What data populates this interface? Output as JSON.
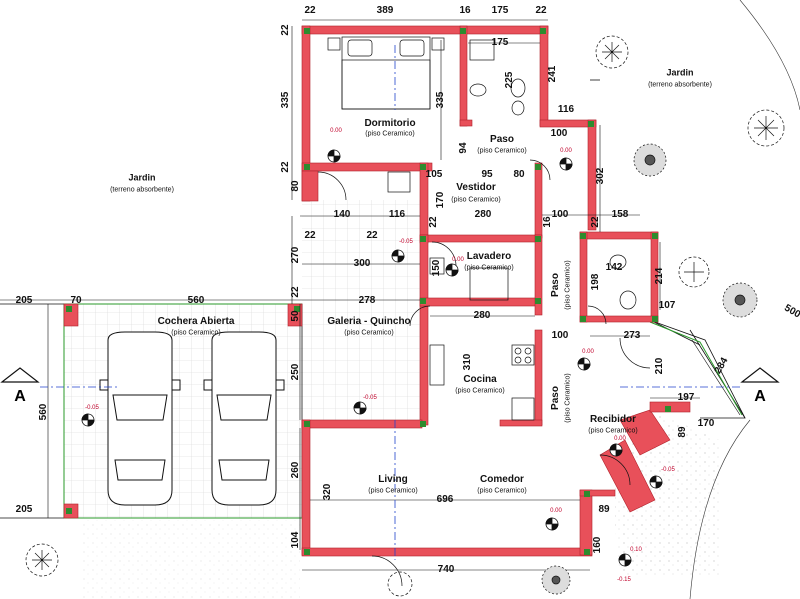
{
  "rooms": {
    "dormitorio": {
      "name": "Dormitorio",
      "floor": "(piso Ceramico)"
    },
    "paso_top": {
      "name": "Paso",
      "floor": "(piso Ceramico)"
    },
    "vestidor": {
      "name": "Vestidor",
      "floor": "(piso Ceramico)"
    },
    "lavadero": {
      "name": "Lavadero",
      "floor": "(piso Ceramico)"
    },
    "cochera": {
      "name": "Cochera Abierta",
      "floor": "(piso Ceramico)"
    },
    "galeria": {
      "name": "Galeria - Quincho",
      "floor": "(piso Ceramico)"
    },
    "cocina": {
      "name": "Cocina",
      "floor": "(piso Ceramico)"
    },
    "paso_mid": {
      "name": "Paso",
      "floor": "(piso Ceramico)"
    },
    "paso_low": {
      "name": "Paso",
      "floor": "(piso Ceramico)"
    },
    "recibidor": {
      "name": "Recibidor",
      "floor": "(piso Ceramico)"
    },
    "living": {
      "name": "Living",
      "floor": "(piso Ceramico)"
    },
    "comedor": {
      "name": "Comedor",
      "floor": "(piso Ceramico)"
    }
  },
  "gardens": {
    "left": {
      "name": "Jardin",
      "sub": "(terreno absorbente)"
    },
    "right": {
      "name": "Jardin",
      "sub": "(terreno absorbente)"
    }
  },
  "section_marks": {
    "left": "A",
    "right": "A"
  },
  "levels": {
    "dorm": "0.00",
    "paso": "0.00",
    "galeria": "-0.05",
    "lavadero": "0.00",
    "cochera": "-0.05",
    "galeria2": "-0.05",
    "pasillo": "0.00",
    "recibidor": "0.00",
    "exterior": "-0.05",
    "living": "0.00",
    "step1": "0.10",
    "step2": "-0.15"
  },
  "dimensions": {
    "d_22a": "22",
    "d_389": "389",
    "d_16a": "16",
    "d_175a": "175",
    "d_22b": "22",
    "d_22c": "22",
    "d_175b": "175",
    "d_241": "241",
    "d_225": "225",
    "d_335a": "335",
    "d_335b": "335",
    "d_116a": "116",
    "d_100a": "100",
    "d_94": "94",
    "d_22d": "22",
    "d_80a": "80",
    "d_105": "105",
    "d_95": "95",
    "d_80b": "80",
    "d_302": "302",
    "d_170a": "170",
    "d_140": "140",
    "d_116b": "116",
    "d_22e": "22",
    "d_280a": "280",
    "d_16b": "16",
    "d_100b": "100",
    "d_22f": "22",
    "d_158": "158",
    "d_22g": "22",
    "d_22h": "22",
    "d_270": "270",
    "d_300": "300",
    "d_150": "150",
    "d_142": "142",
    "d_198": "198",
    "d_214": "214",
    "d_205a": "205",
    "d_70": "70",
    "d_560a": "560",
    "d_278": "278",
    "d_22i": "22",
    "d_50": "50",
    "d_280b": "280",
    "d_107": "107",
    "d_100c": "100",
    "d_273": "273",
    "d_500": "500",
    "d_560b": "560",
    "d_250": "250",
    "d_310": "310",
    "d_210": "210",
    "d_284": "284",
    "d_197": "197",
    "d_170b": "170",
    "d_89a": "89",
    "d_260": "260",
    "d_320": "320",
    "d_696": "696",
    "d_205b": "205",
    "d_89b": "89",
    "d_104": "104",
    "d_160": "160",
    "d_740": "740"
  },
  "colors": {
    "wall": "#e8505a",
    "wall_dark": "#b0202a",
    "column": "#2e8b2e",
    "line": "#111111",
    "level": "#c0002a",
    "axis": "#2244cc"
  }
}
